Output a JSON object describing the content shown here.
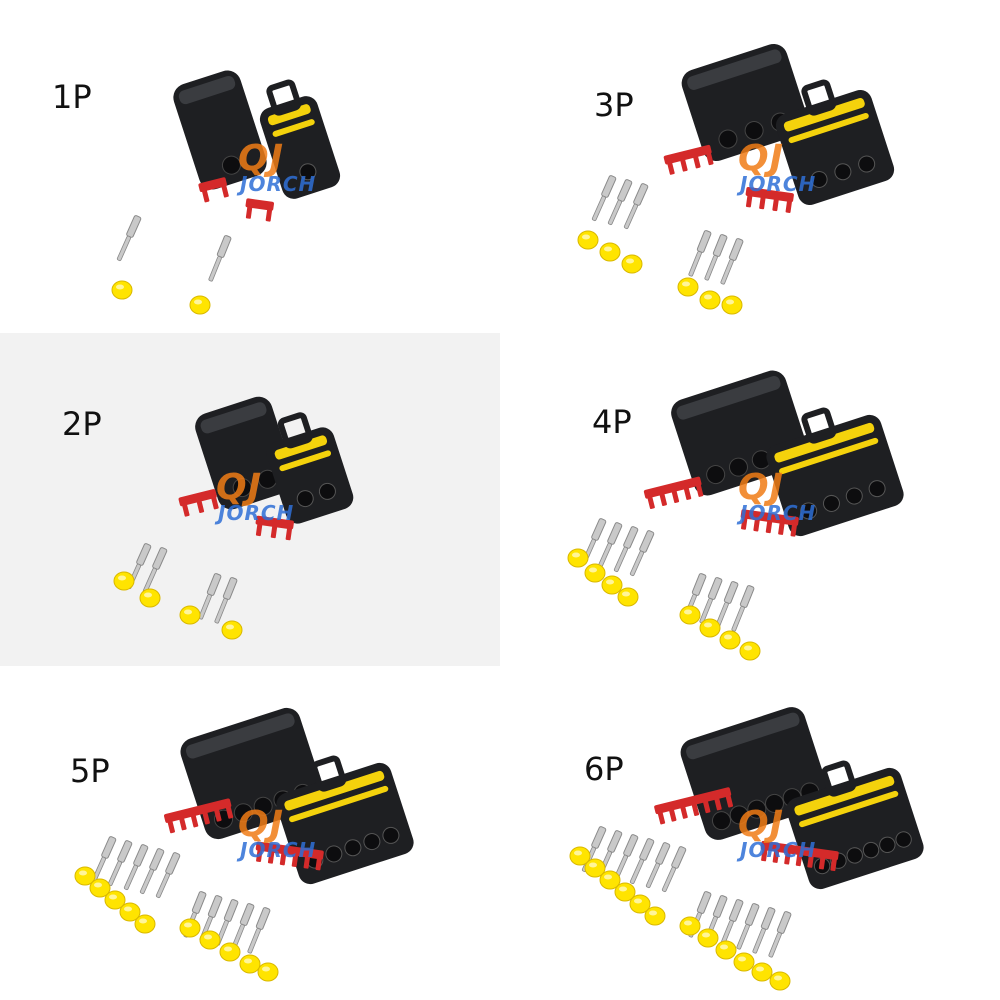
{
  "panels": [
    {
      "id": "1p",
      "label": "1P",
      "pins": 1
    },
    {
      "id": "3p",
      "label": "3P",
      "pins": 3
    },
    {
      "id": "2p",
      "label": "2P",
      "pins": 2
    },
    {
      "id": "4p",
      "label": "4P",
      "pins": 4
    },
    {
      "id": "5p",
      "label": "5P",
      "pins": 5
    },
    {
      "id": "6p",
      "label": "6P",
      "pins": 6
    }
  ],
  "watermark": {
    "logo": "QJ",
    "text": "JORCH"
  },
  "colors": {
    "housing": "#1e1f22",
    "housing_highlight": "#3a3c40",
    "seal": "#f4d20c",
    "lock": "#d42a2a",
    "terminal": "#c9c9c9",
    "terminal_dark": "#8a8a8a",
    "cap": "#ffe400",
    "watermark_blue": "#2f6fd6",
    "watermark_orange": "#f07c16"
  }
}
